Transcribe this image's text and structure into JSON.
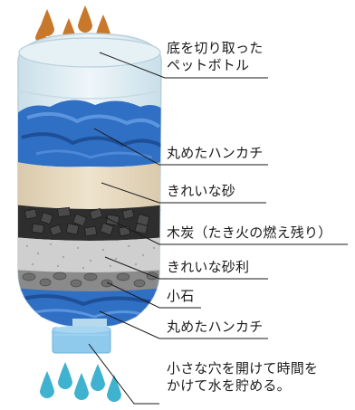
{
  "labels": {
    "bottle": [
      "底を切り取った",
      "ペットボトル"
    ],
    "cloth_top": "丸めたハンカチ",
    "sand": "きれいな砂",
    "charcoal": "木炭（たき火の燃え残り）",
    "gravel": "きれいな砂利",
    "pebbles": "小石",
    "cloth_bottom": "丸めたハンカチ",
    "instruction": [
      "小さな穴を開けて時間を",
      "かけて水を貯める。"
    ]
  },
  "colors": {
    "dirty_water": "#c8782a",
    "clean_water": "#3fb2cf",
    "cloth": "#2f6fc4",
    "sand": "#ddd0b6",
    "charcoal": "#3a3a3a",
    "gravel": "#cfcfcf",
    "pebbles": "#6e6e6e",
    "bottle": "#dbeaf1",
    "cap": "#8fc9ec",
    "leader_line": "#1a1a1a"
  },
  "icons": [
    "water-drop-icon"
  ]
}
